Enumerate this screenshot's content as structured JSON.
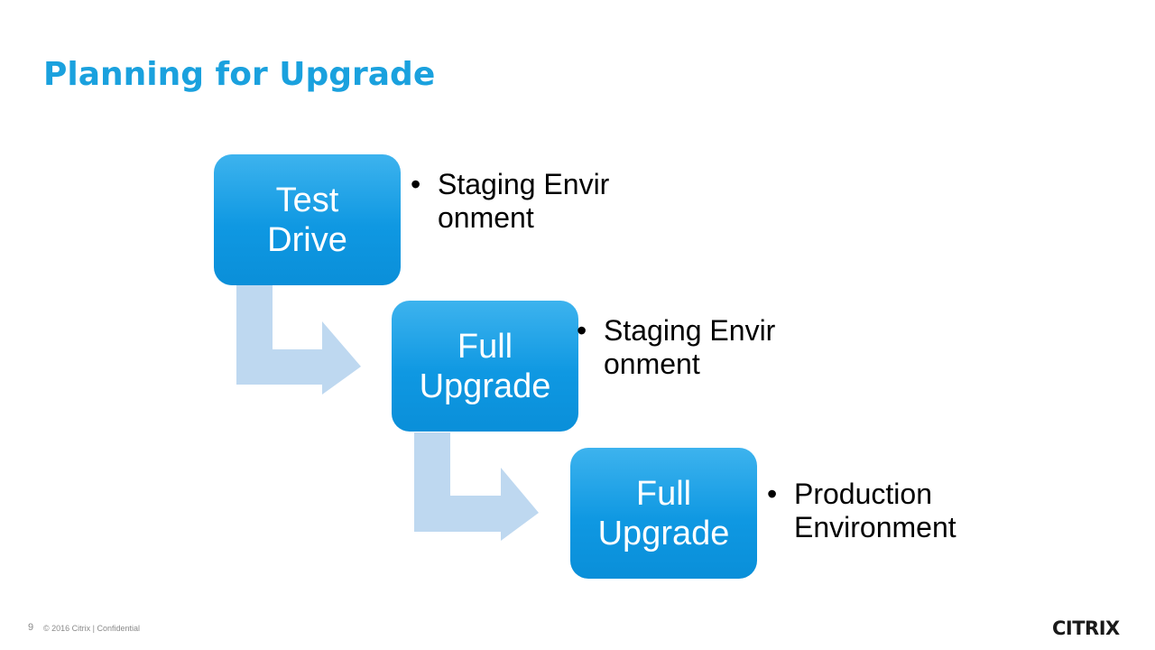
{
  "slide": {
    "title": "Planning for Upgrade",
    "page_number": "9",
    "footer": "© 2016 Citrix | Confidential",
    "logo_text": "CITRIX"
  },
  "steps": [
    {
      "label": "Test Drive",
      "detail": "Staging Environment"
    },
    {
      "label": "Full Upgrade",
      "detail": "Staging Environment"
    },
    {
      "label": "Full Upgrade",
      "detail": "Production Environment"
    }
  ],
  "colors": {
    "accent": "#1aa1de",
    "box_top": "#3db3ee",
    "box_bottom": "#0a8fd9",
    "arrow": "#bed8f0",
    "footer_text": "#8a8a8a"
  }
}
